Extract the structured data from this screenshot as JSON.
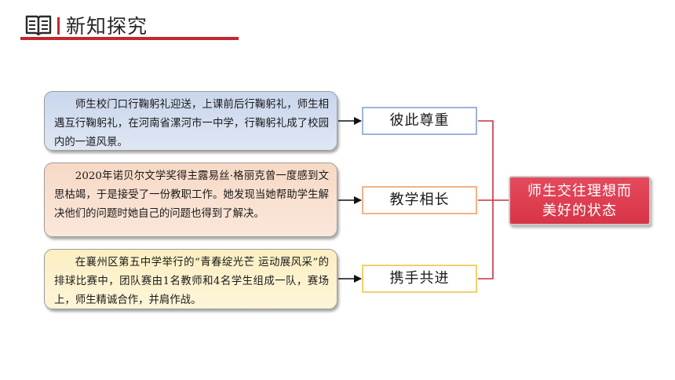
{
  "header": {
    "title": "新知探究"
  },
  "examples": [
    {
      "text": "师生校门口行鞠躬礼迎送，上课前后行鞠躬礼，师生相遇互行鞠躬礼，在河南省漯河市一中学，行鞠躬礼成了校园内的一道风景。"
    },
    {
      "text": "2020年诺贝尔文学奖得主露易丝·格丽克曾一度感到文思枯竭，于是接受了一份教职工作。她发现当她帮助学生解决他们的问题时她自己的问题也得到了解决。"
    },
    {
      "text": "在襄州区第五中学举行的“青春绽光芒 运动展风采”的排球比赛中，团队赛由1名教师和4名学生组成一队，赛场上，师生精诚合作，并肩作战。"
    }
  ],
  "labels": [
    {
      "text": "彼此尊重"
    },
    {
      "text": "教学相长"
    },
    {
      "text": "携手共进"
    }
  ],
  "result": {
    "line1": "师生交往理想而",
    "line2": "美好的状态"
  },
  "colors": {
    "accent_red": "#c0282d",
    "result_fill": "#dc3a4d",
    "connector": "#c8323c"
  }
}
